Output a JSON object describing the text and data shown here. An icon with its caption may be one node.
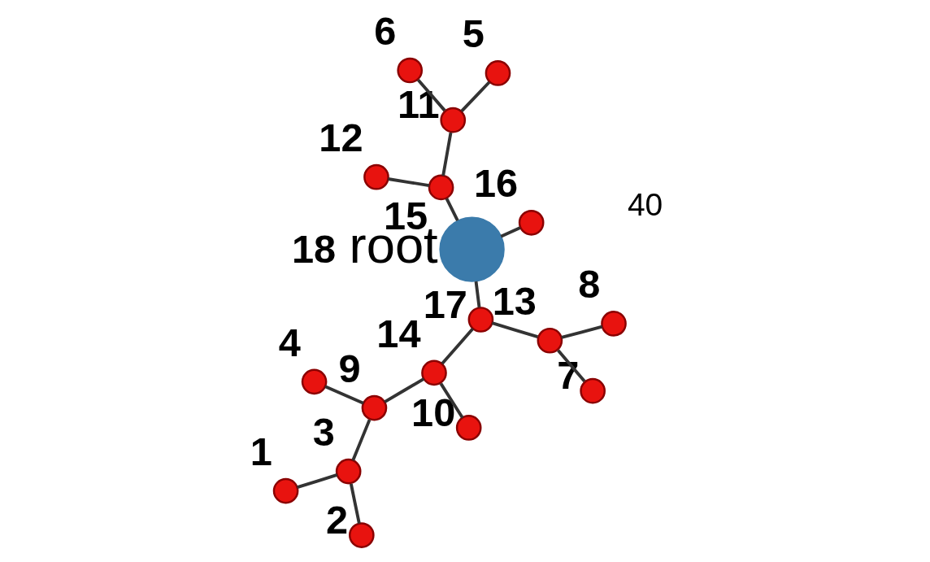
{
  "diagram": {
    "nodes": [
      {
        "text": [],
        "shape": "circle",
        "beside": [
          "1"
        ]
      },
      {
        "text": [],
        "shape": "circle",
        "beside": [
          "2"
        ]
      },
      {
        "text": [],
        "shape": "circle",
        "beside": [
          "3"
        ]
      },
      {
        "text": [],
        "shape": "circle",
        "beside": [
          "4"
        ]
      },
      {
        "text": [],
        "shape": "circle",
        "beside": [
          "5"
        ]
      },
      {
        "text": [],
        "shape": "circle",
        "beside": [
          "6"
        ]
      },
      {
        "text": [],
        "shape": "circle",
        "beside": [
          "7"
        ]
      },
      {
        "text": [],
        "shape": "circle",
        "beside": [
          "8"
        ]
      },
      {
        "text": [],
        "shape": "circle",
        "beside": [
          "9"
        ]
      },
      {
        "text": [],
        "shape": "circle",
        "beside": [
          "10"
        ]
      },
      {
        "text": [],
        "shape": "circle",
        "beside": [
          "11"
        ]
      },
      {
        "text": [],
        "shape": "circle",
        "beside": [
          "12"
        ]
      },
      {
        "text": [],
        "shape": "circle",
        "beside": [
          "13"
        ]
      },
      {
        "text": [],
        "shape": "circle",
        "beside": [
          "14"
        ]
      },
      {
        "text": [],
        "shape": "circle",
        "beside": [
          "15"
        ]
      },
      {
        "text": [],
        "shape": "circle",
        "beside": [
          "16"
        ]
      },
      {
        "text": [],
        "shape": "circle",
        "beside": [
          "17"
        ]
      },
      {
        "text": [],
        "shape": "circle",
        "beside": [
          "18",
          "root"
        ]
      }
    ],
    "edges": [
      {
        "from": 0,
        "to": 2,
        "arrow": "none"
      },
      {
        "from": 1,
        "to": 2,
        "arrow": "none"
      },
      {
        "from": 2,
        "to": 8,
        "arrow": "none"
      },
      {
        "from": 3,
        "to": 8,
        "arrow": "none"
      },
      {
        "from": 8,
        "to": 13,
        "arrow": "none"
      },
      {
        "from": 9,
        "to": 13,
        "arrow": "none"
      },
      {
        "from": 13,
        "to": 16,
        "arrow": "none"
      },
      {
        "from": 16,
        "to": 12,
        "arrow": "none"
      },
      {
        "from": 12,
        "to": 7,
        "arrow": "none"
      },
      {
        "from": 12,
        "to": 6,
        "arrow": "none"
      },
      {
        "from": 16,
        "to": 17,
        "arrow": "none"
      },
      {
        "from": 17,
        "to": 14,
        "arrow": "none"
      },
      {
        "from": 17,
        "to": 15,
        "arrow": "none"
      },
      {
        "from": 14,
        "to": 11,
        "arrow": "none"
      },
      {
        "from": 14,
        "to": 10,
        "arrow": "none"
      },
      {
        "from": 10,
        "to": 5,
        "arrow": "none"
      },
      {
        "from": 10,
        "to": 4,
        "arrow": "none"
      }
    ],
    "labels": [
      "40"
    ]
  }
}
